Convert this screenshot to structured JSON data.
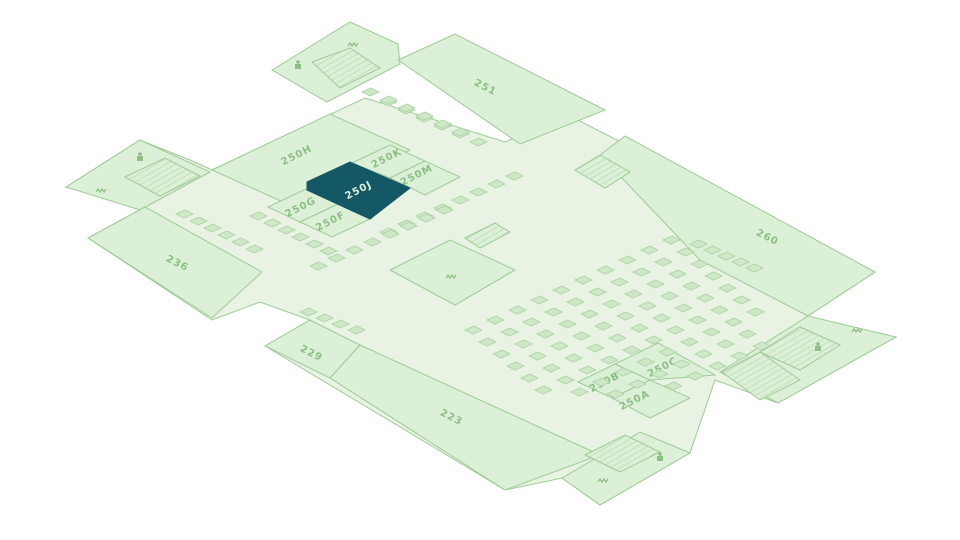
{
  "map": {
    "colors": {
      "floor": "#e8f3e4",
      "room": "#dcefd7",
      "line": "#9dcb95",
      "label": "#8bbf83",
      "furniture": "#cfe8c8",
      "furniture_edge": "#a9d3a1",
      "highlight": "#145865",
      "highlight_label": "#dcefd7"
    },
    "selected_room": "250J",
    "rooms": [
      {
        "id": "251",
        "label": "251"
      },
      {
        "id": "250H",
        "label": "250H"
      },
      {
        "id": "250K",
        "label": "250K"
      },
      {
        "id": "250J",
        "label": "250J"
      },
      {
        "id": "250M",
        "label": "250M"
      },
      {
        "id": "250G",
        "label": "250G"
      },
      {
        "id": "250F",
        "label": "250F"
      },
      {
        "id": "236",
        "label": "236"
      },
      {
        "id": "260",
        "label": "260"
      },
      {
        "id": "229",
        "label": "229"
      },
      {
        "id": "223",
        "label": "223"
      },
      {
        "id": "250B",
        "label": "250B"
      },
      {
        "id": "250C",
        "label": "250C"
      },
      {
        "id": "250A",
        "label": "250A"
      }
    ],
    "amenities": [
      {
        "id": "restroom-nw",
        "icon": "restroom-icon"
      },
      {
        "id": "restroom-w",
        "icon": "restroom-icon"
      },
      {
        "id": "restroom-e",
        "icon": "restroom-icon"
      },
      {
        "id": "restroom-s",
        "icon": "restroom-icon"
      },
      {
        "id": "stairs-center",
        "icon": "stairs-icon"
      }
    ]
  }
}
